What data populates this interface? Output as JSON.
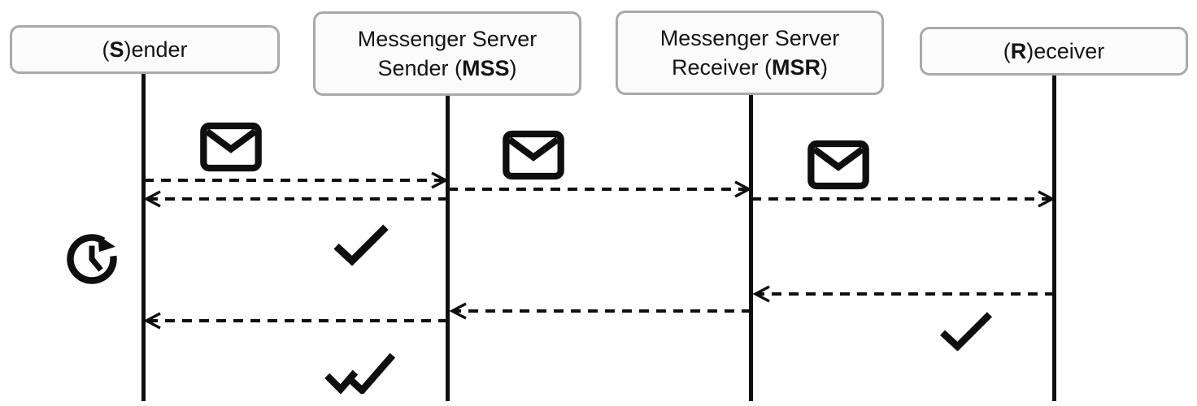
{
  "diagram": {
    "type": "sequence-diagram",
    "background": "#ffffff",
    "actors": {
      "sender": {
        "pre": "(",
        "bold": "S",
        "post": ")ender"
      },
      "mss": {
        "line1": "Messenger Server",
        "line2_pre": "Sender (",
        "line2_bold": "MSS",
        "line2_post": ")"
      },
      "msr": {
        "line1": "Messenger Server",
        "line2_pre": "Receiver (",
        "line2_bold": "MSR",
        "line2_post": ")"
      },
      "receiver": {
        "pre": "(",
        "bold": "R",
        "post": ")eceiver"
      }
    },
    "messages": [
      {
        "order": 1,
        "from": "sender",
        "to": "mss",
        "line": "dashed",
        "icon_above": "envelope-icon"
      },
      {
        "order": 2,
        "from": "mss",
        "to": "sender",
        "line": "dashed",
        "icon_above": null
      },
      {
        "order": 3,
        "from": "mss",
        "to": "msr",
        "line": "dashed",
        "icon_above": "envelope-icon"
      },
      {
        "order": 4,
        "from": "msr",
        "to": "receiver",
        "line": "dashed",
        "icon_above": "envelope-icon"
      },
      {
        "order": 5,
        "from": "receiver",
        "to": "msr",
        "line": "dashed",
        "icon_above": null
      },
      {
        "order": 6,
        "from": "msr",
        "to": "mss",
        "line": "dashed",
        "icon_above": null
      },
      {
        "order": 7,
        "from": "mss",
        "to": "sender",
        "line": "dashed",
        "icon_above": null
      }
    ],
    "status_icons": [
      {
        "name": "clock-pending-icon",
        "near": "sender",
        "meaning": "waiting"
      },
      {
        "name": "single-check-icon",
        "near": "mss",
        "meaning": "sent"
      },
      {
        "name": "single-check-icon",
        "near": "receiver",
        "meaning": "received"
      },
      {
        "name": "double-check-icon",
        "near": "mss",
        "meaning": "delivered"
      }
    ],
    "colors": {
      "line": "#0f0f0f",
      "box_fill": "#fbfbfb",
      "box_border": "#a9a9a9",
      "text": "#141414"
    }
  }
}
